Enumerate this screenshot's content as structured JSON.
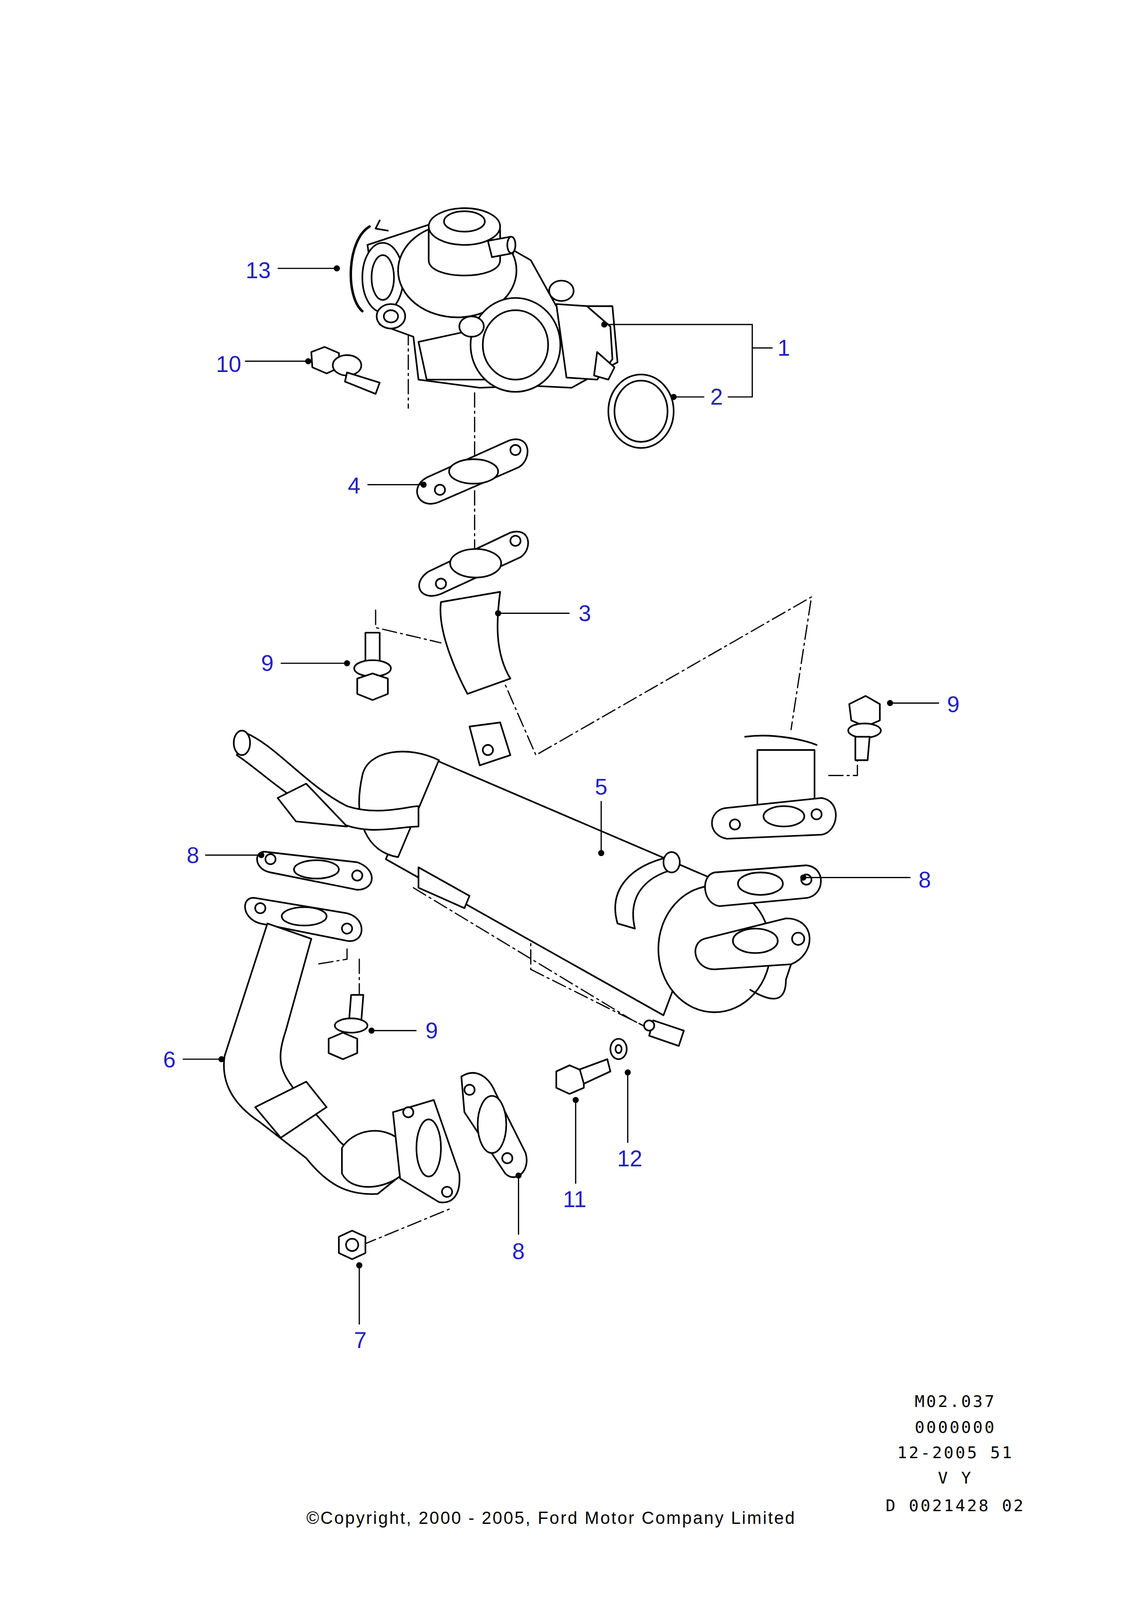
{
  "diagram": {
    "labels": [
      "13",
      "1",
      "10",
      "2",
      "4",
      "3",
      "9",
      "9",
      "5",
      "8",
      "8",
      "6",
      "9",
      "12",
      "11",
      "8",
      "7",
      "M02.037",
      "0000000",
      "12-2005 51",
      "V Y",
      "D 0021428 02",
      "©Copyright, 2000 - 2005, Ford Motor Company Limited"
    ]
  }
}
